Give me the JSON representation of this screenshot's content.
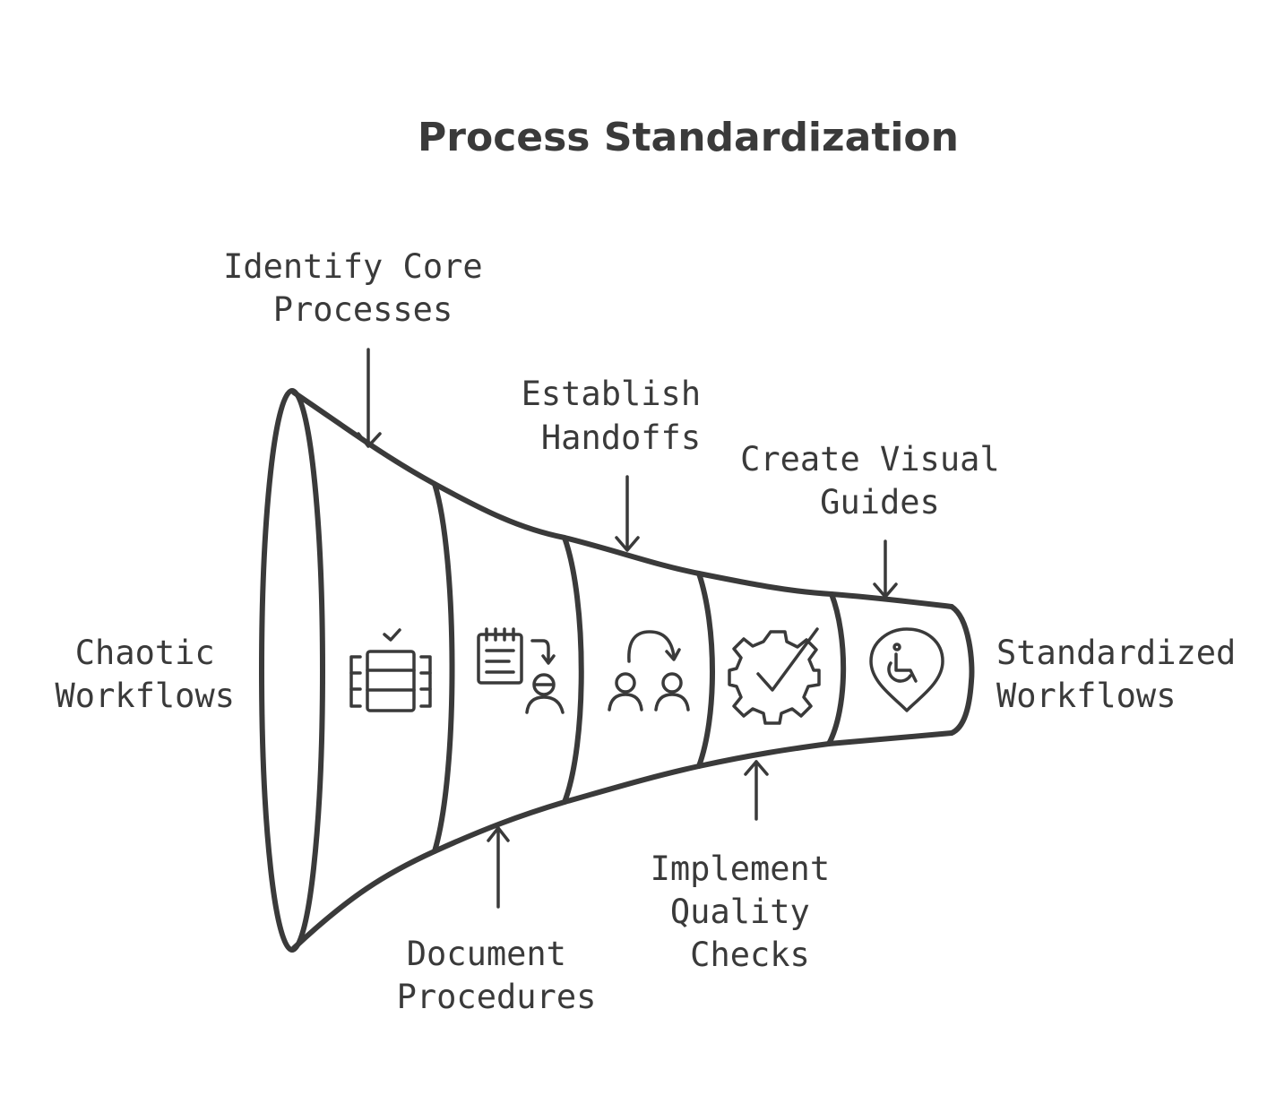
{
  "title": "Process Standardization",
  "input_label": [
    "Chaotic",
    "Workflows"
  ],
  "output_label": [
    "Standardized",
    "Workflows"
  ],
  "stages": [
    {
      "lines": [
        "Identify Core",
        "Processes"
      ],
      "icon": "database-check-icon"
    },
    {
      "lines": [
        "Document",
        "Procedures"
      ],
      "icon": "notepad-person-icon"
    },
    {
      "lines": [
        "Establish",
        "Handoffs"
      ],
      "icon": "handoff-people-icon"
    },
    {
      "lines": [
        "Implement",
        "Quality",
        "Checks"
      ],
      "icon": "gear-check-icon"
    },
    {
      "lines": [
        "Create Visual",
        "Guides"
      ],
      "icon": "accessibility-pin-icon"
    }
  ]
}
